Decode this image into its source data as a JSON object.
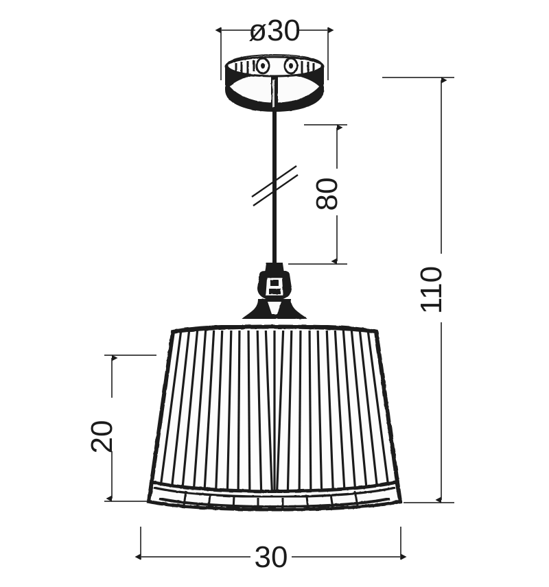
{
  "drawing": {
    "title": "Pendant lamp dimensional drawing",
    "subject": "pleated-drum-pendant-lamp",
    "units_note": "",
    "line_color": "#1b1b1b",
    "dimension_line_color": "#4a4a4a",
    "background_color": "#ffffff"
  },
  "dimensions": {
    "canopy_diameter": {
      "label": "ø30",
      "value": 30,
      "symbol": "ø",
      "orientation": "horizontal",
      "position": "top",
      "measures": "ceiling-canopy-diameter"
    },
    "cord_drop": {
      "label": "80",
      "value": 80,
      "orientation": "vertical-rotated",
      "position": "middle-right-inner",
      "measures": "suspension-cord-length"
    },
    "total_height": {
      "label": "110",
      "value": 110,
      "orientation": "vertical-rotated",
      "position": "far-right",
      "measures": "overall-fixture-height"
    },
    "shade_height": {
      "label": "20",
      "value": 20,
      "orientation": "vertical-rotated",
      "position": "left",
      "measures": "lampshade-height"
    },
    "shade_diameter": {
      "label": "30",
      "value": 30,
      "orientation": "horizontal",
      "position": "bottom",
      "measures": "lampshade-bottom-diameter"
    }
  },
  "parts": {
    "canopy": "ceiling-canopy",
    "cord": "suspension-cord",
    "break_mark": "cord-break-symbol",
    "socket": "lamp-socket-holder",
    "shade": "pleated-lampshade",
    "shade_rim": "shade-bottom-rim"
  }
}
